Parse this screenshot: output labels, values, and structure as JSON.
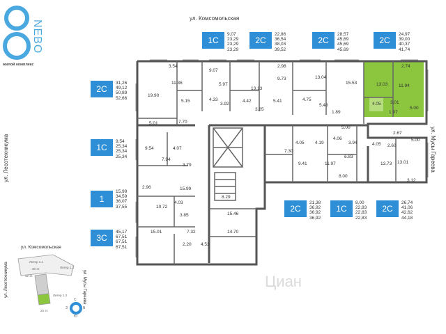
{
  "logo": {
    "brand": "NEBO",
    "subtitle": "жилой комплекс"
  },
  "streets": {
    "top": "ул. Комсомольская",
    "left": "ул. Лесотехникума",
    "right": "ул. Мусы Гареева"
  },
  "apartments_top": [
    {
      "type": "1С",
      "areas": [
        "9,07",
        "23,29",
        "23,29",
        "23,29"
      ]
    },
    {
      "type": "2С",
      "areas": [
        "22,86",
        "36,54",
        "38,03",
        "39,52"
      ]
    },
    {
      "type": "2С",
      "areas": [
        "28,57",
        "45,69",
        "45,69",
        "45,69"
      ]
    },
    {
      "type": "2С",
      "areas": [
        "24,97",
        "39,00",
        "40,37",
        "41,74"
      ]
    }
  ],
  "apartments_left": [
    {
      "type": "2С",
      "areas": [
        "31,26",
        "49,12",
        "50,89",
        "52,66"
      ]
    },
    {
      "type": "1С",
      "areas": [
        "9,54",
        "25,34",
        "25,34",
        "25,34"
      ]
    },
    {
      "type": "1",
      "areas": [
        "15,99",
        "34,59",
        "36,07",
        "37,55"
      ]
    },
    {
      "type": "3С",
      "areas": [
        "45,17",
        "67,51",
        "67,51",
        "67,51"
      ]
    }
  ],
  "apartments_bottom": [
    {
      "type": "2С",
      "areas": [
        "21,38",
        "36,92",
        "36,92",
        "36,92"
      ]
    },
    {
      "type": "1С",
      "areas": [
        "8,00",
        "22,83",
        "22,83",
        "22,83"
      ]
    },
    {
      "type": "2С",
      "areas": [
        "26,74",
        "41,06",
        "42,62",
        "44,18"
      ]
    }
  ],
  "rooms": [
    "3.54",
    "9.07",
    "5.97",
    "2.98",
    "9.73",
    "13.04",
    "15.53",
    "2.74",
    "13.03",
    "11.94",
    "11.36",
    "19.90",
    "5.15",
    "4.33",
    "3.92",
    "4.42",
    "13.13",
    "3.85",
    "5.41",
    "4.75",
    "5.48",
    "1.89",
    "4.05",
    "3.01",
    "1.97",
    "5.00",
    "5.01",
    "7.70",
    "9.54",
    "4.07",
    "7.94",
    "3.79",
    "7.30",
    "4.19",
    "4.05",
    "4.06",
    "3.94",
    "4.05",
    "5.00",
    "2.67",
    "2.60",
    "5.00",
    "9.41",
    "11.97",
    "6.83",
    "8.00",
    "13.73",
    "13.01",
    "3.12",
    "2.96",
    "15.99",
    "8.29",
    "10.72",
    "4.03",
    "3.85",
    "15.46",
    "15.01",
    "7.32",
    "14.70",
    "2.20",
    "4.53"
  ],
  "minimap": {
    "title": "ул. Комсомольская",
    "left_street": "ул. Лесотехникума",
    "right_street": "ул. Мусы Гареева",
    "labels": [
      "Литер 1.1",
      "Литер 1.2",
      "Литер 1.3",
      "30 эт.",
      "32 эт.",
      "20 эт."
    ]
  },
  "compass": {
    "north": "С",
    "south": "Ю",
    "east": "В",
    "west": "З"
  },
  "watermark": "Циан",
  "colors": {
    "badge": "#2f8fd6",
    "highlight": "#8cc63f",
    "wall": "#555555"
  }
}
